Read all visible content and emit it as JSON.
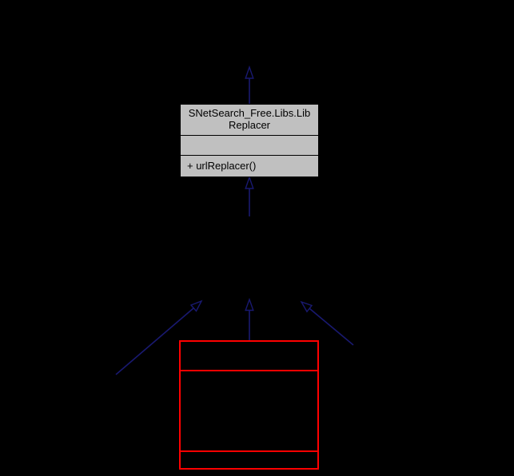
{
  "colors": {
    "background": "#000000",
    "node_fill": "#c0c0c0",
    "node_border": "#000000",
    "node_text": "#000000",
    "edge": "#191970",
    "truncated_border": "#ff0000"
  },
  "class_node": {
    "full_name": "SNetSearch_Free.Libs.LibReplacer",
    "name_line1": "SNetSearch_Free.Libs.Lib",
    "name_line2": "Replacer",
    "attributes_text": "",
    "methods": [
      "+ urlReplacer()"
    ]
  }
}
